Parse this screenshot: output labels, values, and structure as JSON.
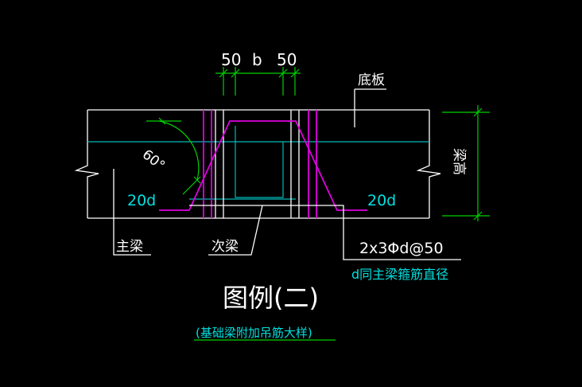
{
  "dims": {
    "left": "50",
    "middle": "b",
    "right": "50"
  },
  "labels": {
    "bottom_slab": "底板",
    "angle": "60°",
    "anchor_left": "20d",
    "anchor_right": "20d",
    "main_beam": "主梁",
    "secondary_beam": "次梁",
    "beam_height": "梁高",
    "stirrup_spec": "2x3Φd@50",
    "stirrup_note": "d同主梁箍筋直径"
  },
  "legend": {
    "title": "图例(二)",
    "subtitle": "(基础梁附加吊筋大样)"
  },
  "colors": {
    "background": "#000000",
    "lines": "#ffffff",
    "rebar": "#e000e0",
    "dimension": "#00d000",
    "text": "#00e0e0"
  }
}
